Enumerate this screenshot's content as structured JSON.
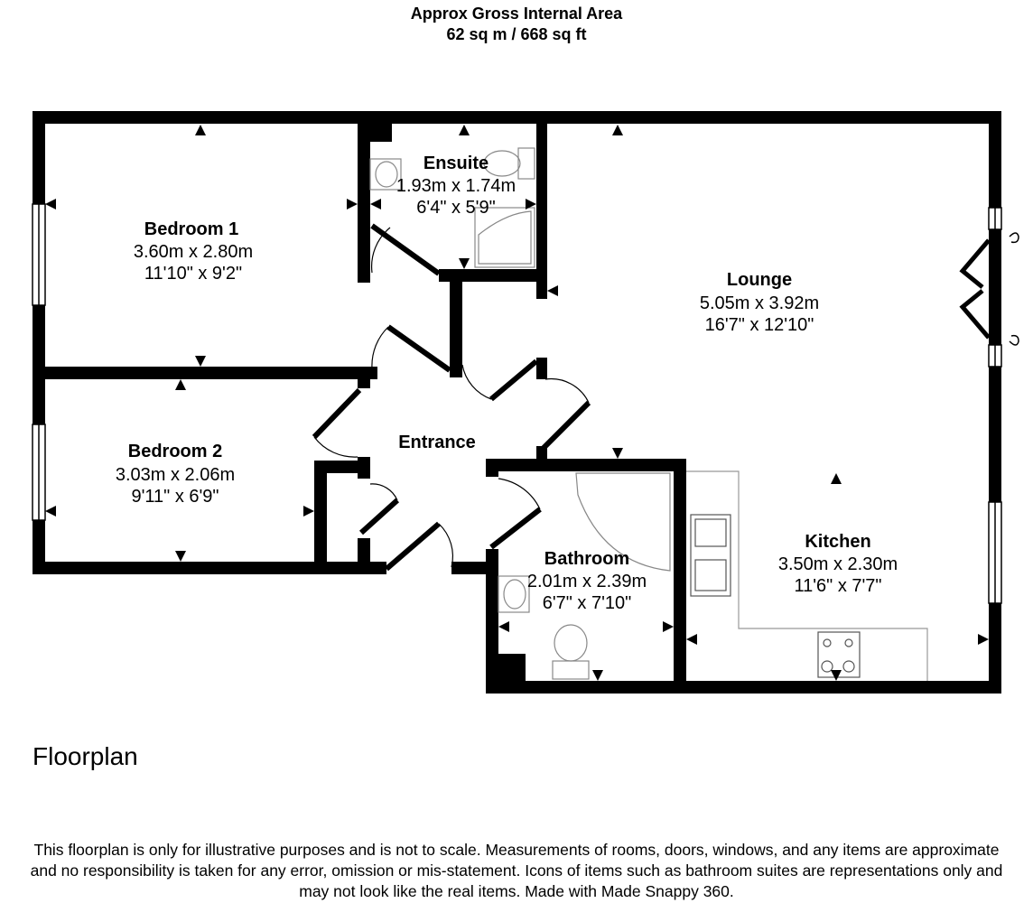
{
  "area": {
    "title": "Approx Gross Internal Area",
    "value": "62 sq m / 668 sq ft"
  },
  "rooms": {
    "bedroom1": {
      "name": "Bedroom 1",
      "metric": "3.60m x 2.80m",
      "imperial": "11'10\" x 9'2\""
    },
    "ensuite": {
      "name": "Ensuite",
      "metric": "1.93m x 1.74m",
      "imperial": "6'4\" x 5'9\""
    },
    "lounge": {
      "name": "Lounge",
      "metric": "5.05m x 3.92m",
      "imperial": "16'7\" x 12'10\""
    },
    "bedroom2": {
      "name": "Bedroom 2",
      "metric": "3.03m x 2.06m",
      "imperial": "9'11\" x 6'9\""
    },
    "entrance": {
      "name": "Entrance"
    },
    "bathroom": {
      "name": "Bathroom",
      "metric": "2.01m x 2.39m",
      "imperial": "6'7\" x 7'10\""
    },
    "kitchen": {
      "name": "Kitchen",
      "metric": "3.50m x 2.30m",
      "imperial": "11'6\" x 7'7\""
    }
  },
  "label": "Floorplan",
  "disclaimer": {
    "line1": "This floorplan is only for illustrative purposes and is not to scale. Measurements of rooms, doors, windows, and any items are approximate",
    "line2": "and no responsibility is taken for any error, omission or mis-statement. Icons of items such as bathroom suites are representations only and",
    "line3": "may not look like the real items. Made with Made Snappy 360."
  }
}
